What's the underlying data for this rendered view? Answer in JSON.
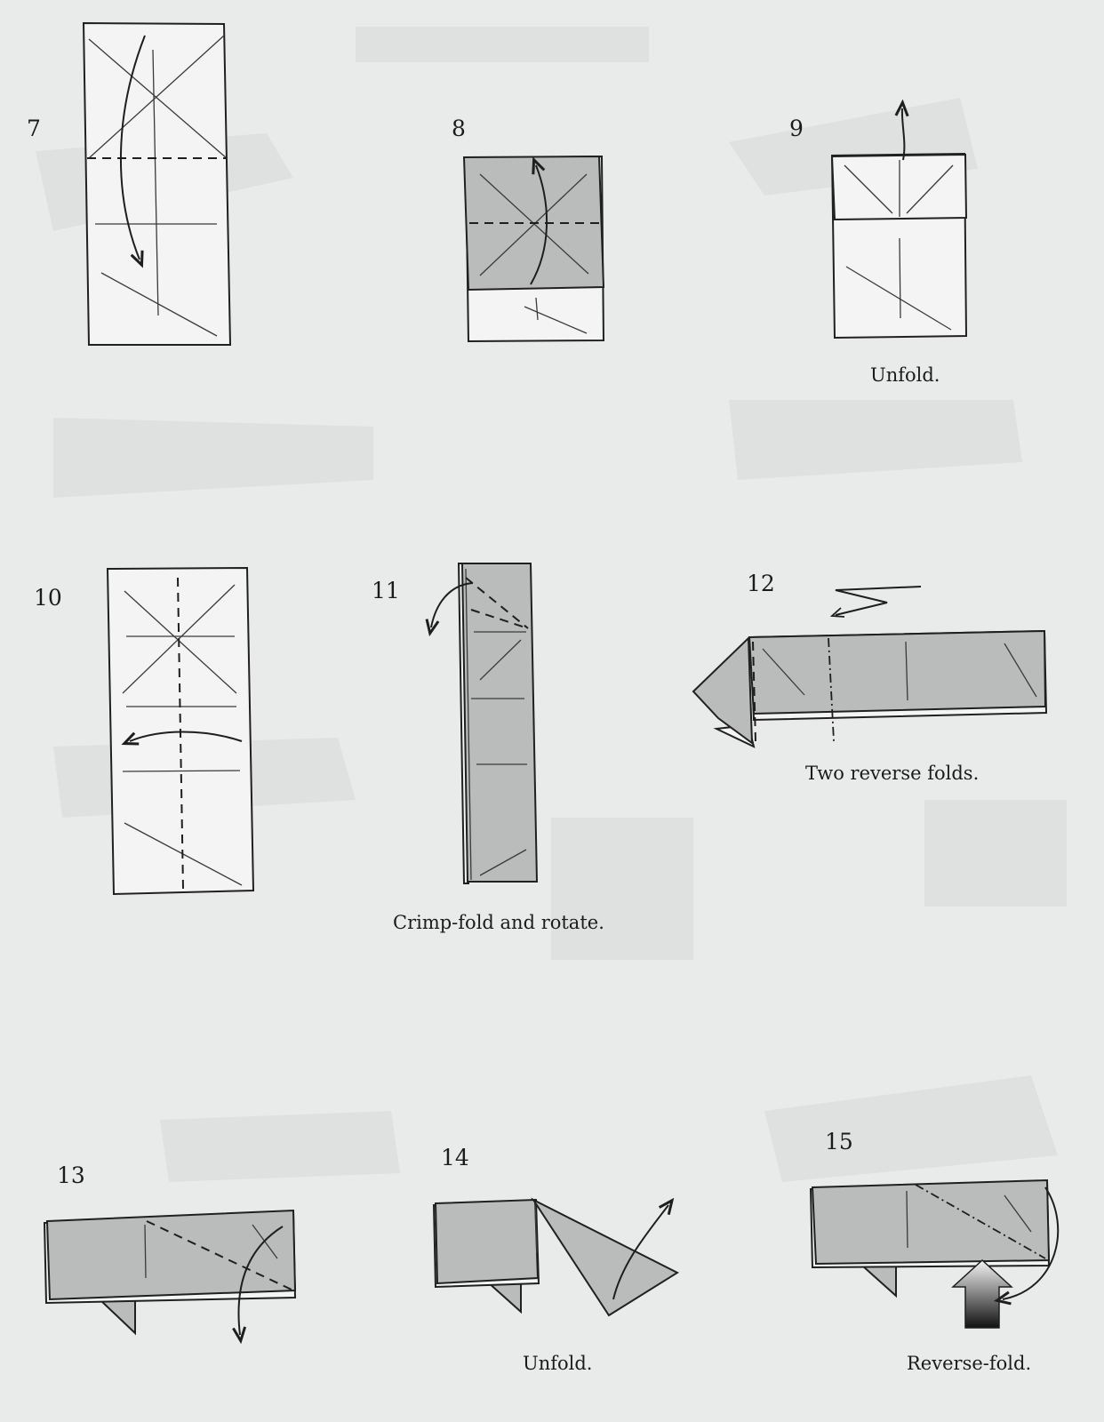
{
  "steps": [
    {
      "number": "7"
    },
    {
      "number": "8"
    },
    {
      "number": "9",
      "caption": "Unfold."
    },
    {
      "number": "10"
    },
    {
      "number": "11",
      "caption": "Crimp-fold and rotate."
    },
    {
      "number": "12",
      "caption": "Two reverse folds."
    },
    {
      "number": "13"
    },
    {
      "number": "14",
      "caption": "Unfold."
    },
    {
      "number": "15",
      "caption": "Reverse-fold."
    }
  ],
  "colors": {
    "page_background": "#e9ebea",
    "paper_white": "#f3f4f3",
    "paper_grey": "#b9bcbb",
    "ink": "#1e1e1e"
  }
}
